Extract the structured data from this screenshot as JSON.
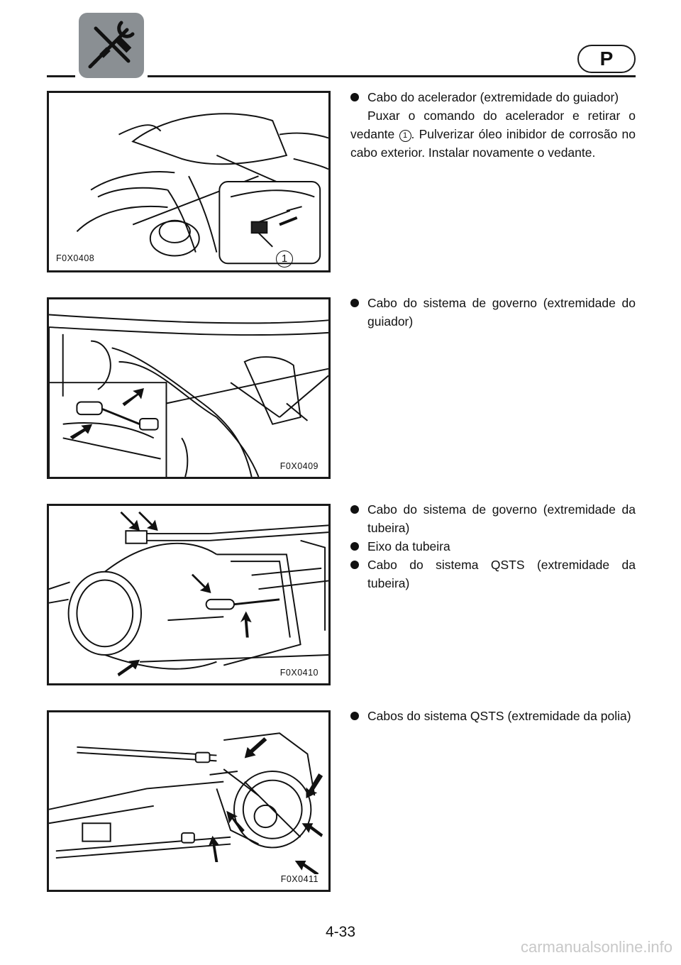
{
  "header": {
    "section_icon": "tools-icon",
    "language": "P"
  },
  "sections": [
    {
      "figure_code": "F0X0408",
      "callout": "1",
      "items": [
        {
          "title": "Cabo do acelerador (extremidade do guiador)",
          "text_before": "Puxar o comando do acelerador e retirar o vedante ",
          "ref": "1",
          "text_after": ". Pulverizar óleo inibidor de corrosão no cabo exterior. Instalar novamente o vedante."
        }
      ]
    },
    {
      "figure_code": "F0X0409",
      "items": [
        "Cabo do sistema de governo (extremidade do guiador)"
      ]
    },
    {
      "figure_code": "F0X0410",
      "items": [
        "Cabo do sistema de governo (extremidade da tubeira)",
        "Eixo da tubeira",
        "Cabo do sistema QSTS (extremidade da tubeira)"
      ]
    },
    {
      "figure_code": "F0X0411",
      "items": [
        "Cabos do sistema QSTS (extremidade da polia)"
      ]
    }
  ],
  "footer": {
    "page_number": "4-33",
    "watermark": "carmanualsonline.info"
  }
}
